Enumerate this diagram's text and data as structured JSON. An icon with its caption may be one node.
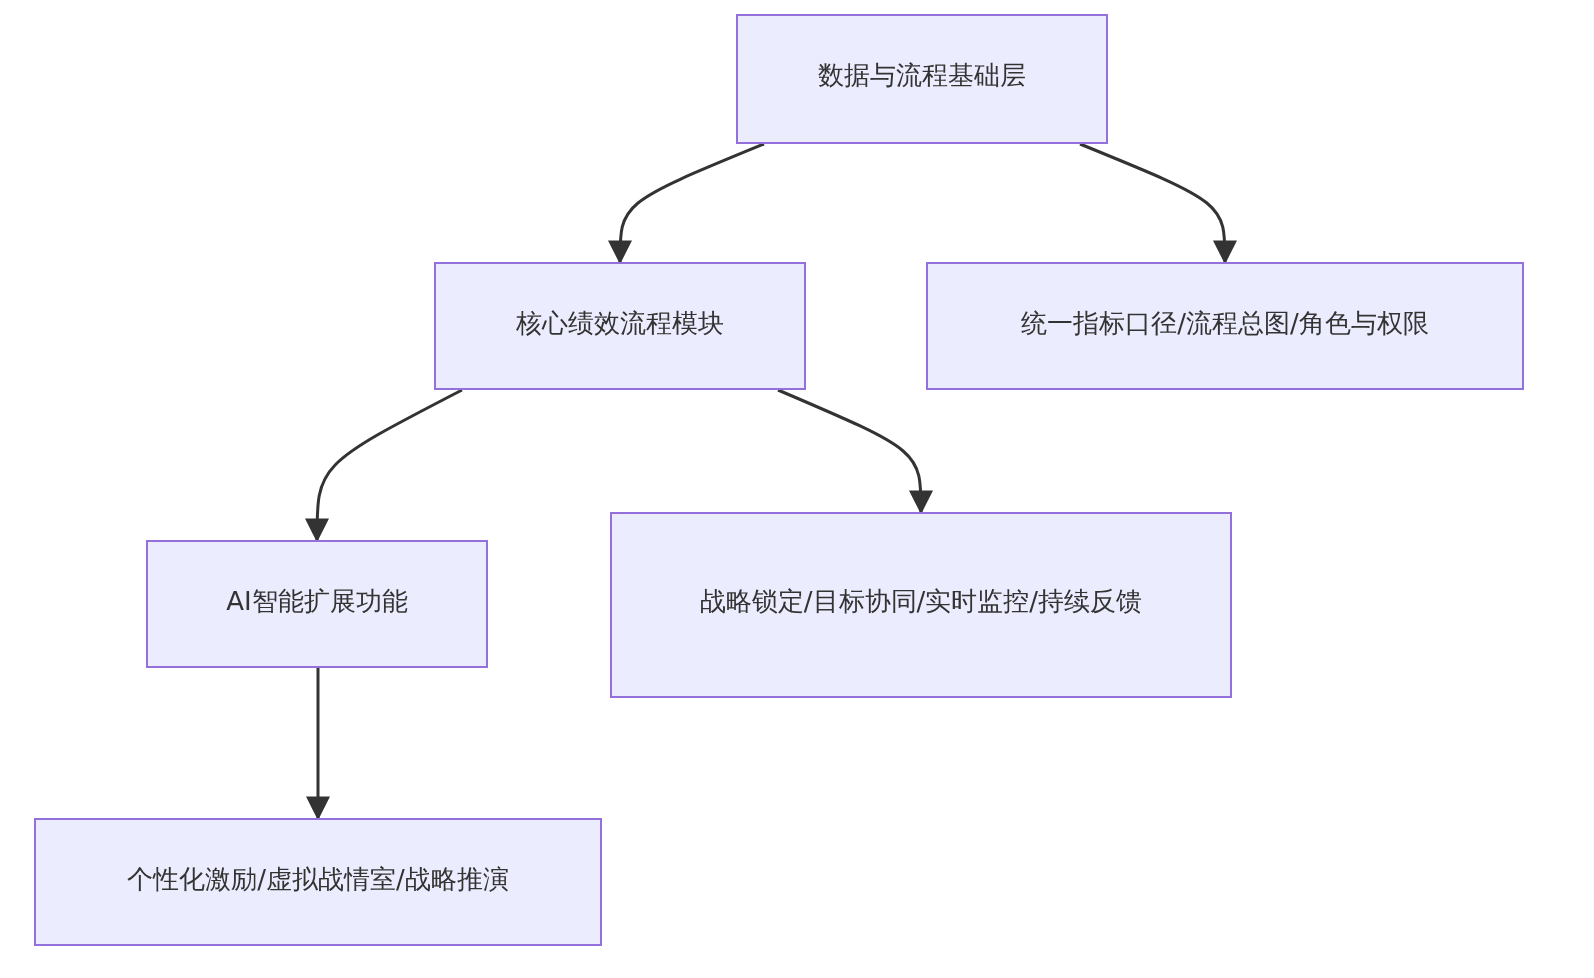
{
  "diagram": {
    "nodes": [
      {
        "text": [
          "数据与流程基础层"
        ]
      },
      {
        "text": [
          "核心绩效流程模块"
        ]
      },
      {
        "text": [
          "统一指标口径/流程总图/角色与权限"
        ]
      },
      {
        "text": [
          "AI智能扩展功能"
        ]
      },
      {
        "text": [
          "战略锁定/目标协同/实时监控/持续反馈"
        ]
      },
      {
        "text": [
          "个性化激励/虚拟战情室/战略推演"
        ]
      }
    ],
    "edges": [
      {
        "from": 0,
        "to": 1,
        "arrow": "to"
      },
      {
        "from": 0,
        "to": 2,
        "arrow": "to"
      },
      {
        "from": 1,
        "to": 3,
        "arrow": "to"
      },
      {
        "from": 1,
        "to": 4,
        "arrow": "to"
      },
      {
        "from": 3,
        "to": 5,
        "arrow": "to"
      }
    ]
  }
}
